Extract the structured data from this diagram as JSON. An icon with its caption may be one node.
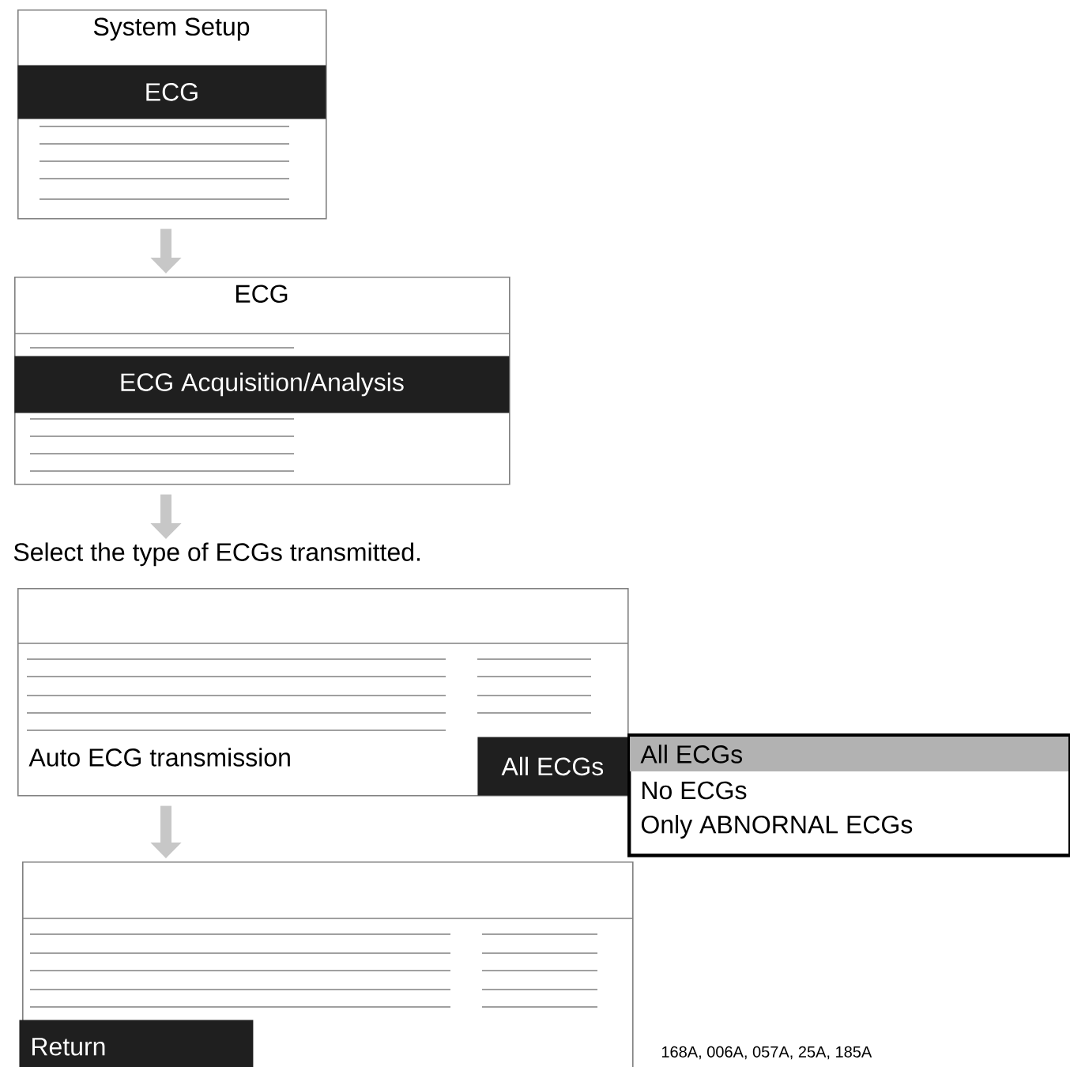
{
  "diagram": {
    "nodes": [
      {
        "text": [
          "System Setup"
        ]
      },
      {
        "text": [
          "ECG"
        ],
        "in": 0
      },
      {
        "text": [
          "ECG"
        ]
      },
      {
        "text": [
          "ECG Acquisition/Analysis"
        ],
        "in": 2
      },
      {
        "text": [
          "Select the type of ECGs transmitted."
        ]
      },
      {
        "text": [
          "Auto ECG transmission"
        ]
      },
      {
        "text": [
          "All ECGs"
        ],
        "in": 5
      },
      {
        "text": [
          "All ECGs",
          "No ECGs",
          "Only ABNORNAL ECGs"
        ]
      },
      {
        "text": [],
        "shape": "box"
      },
      {
        "text": [
          "Return"
        ],
        "in": 8
      }
    ],
    "edges": [
      {
        "from": 0,
        "to": 2,
        "arrow": "to"
      },
      {
        "from": 2,
        "to": 4,
        "arrow": "to"
      },
      {
        "from": 5,
        "to": 8,
        "arrow": "to"
      }
    ],
    "labels": [
      "168A, 006A, 057A, 25A, 185A"
    ]
  }
}
